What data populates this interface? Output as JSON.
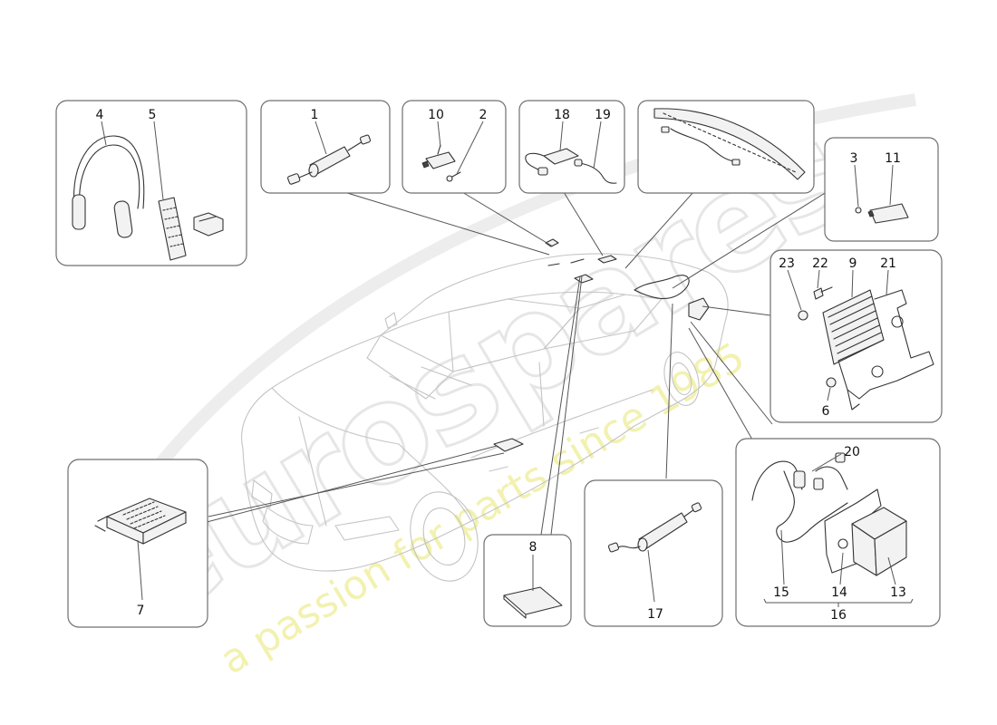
{
  "watermark": {
    "logo_text": "eurospares",
    "slogan": "a passion for parts since 1985",
    "slogan_color": "#eeeb8e"
  },
  "colors": {
    "outline": "#333333",
    "box_border": "#6f6f6f",
    "car_outline": "#c4c4c4"
  },
  "callouts": {
    "c1": "1",
    "c2": "2",
    "c3": "3",
    "c4": "4",
    "c5": "5",
    "c6": "6",
    "c7": "7",
    "c8": "8",
    "c9": "9",
    "c10": "10",
    "c11": "11",
    "c13": "13",
    "c14": "14",
    "c15": "15",
    "c16": "16",
    "c17": "17",
    "c18": "18",
    "c19": "19",
    "c20": "20",
    "c21": "21",
    "c22": "22",
    "c23": "23"
  }
}
